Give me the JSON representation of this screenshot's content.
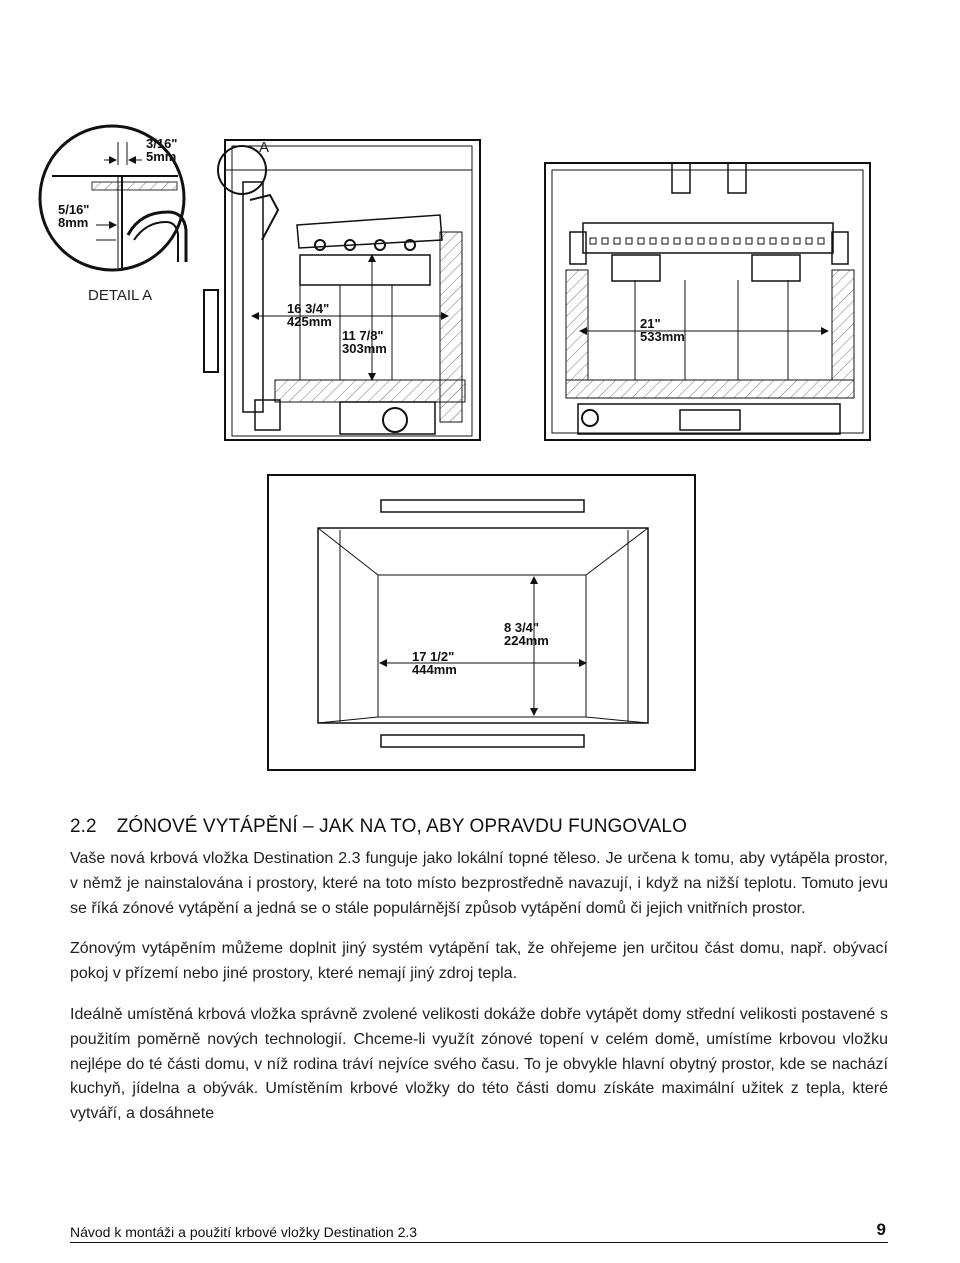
{
  "drawings": {
    "detail": {
      "dim_top": [
        "3/16\"",
        "5mm"
      ],
      "dim_left": [
        "5/16\"",
        "8mm"
      ],
      "callout": "A",
      "label": "DETAIL A"
    },
    "side_view": {
      "dim_depth": [
        "16 3/4\"",
        "425mm"
      ],
      "dim_inner": [
        "11 7/8\"",
        "303mm"
      ]
    },
    "front_view": {
      "dim_width": [
        "21\"",
        "533mm"
      ]
    },
    "face_view": {
      "dim_height": [
        "8 3/4\"",
        "224mm"
      ],
      "dim_width": [
        "17 1/2\"",
        "444mm"
      ]
    }
  },
  "section": {
    "number": "2.2",
    "title": "ZÓNOVÉ VYTÁPĚNÍ – JAK NA TO, ABY OPRAVDU FUNGOVALO",
    "paragraphs": [
      "Vaše nová krbová vložka Destination 2.3 funguje jako lokální topné těleso. Je určena k tomu, aby vytápěla prostor, v němž je nainstalována i prostory, které na toto místo bezprostředně navazují, i když na nižší teplotu. Tomuto jevu se říká zónové vytápění a jedná se o stále populárnější způsob vytápění domů či jejich vnitřních prostor.",
      "Zónovým vytápěním můžeme doplnit jiný systém vytápění tak, že ohřejeme jen určitou část domu, např. obývací pokoj v přízemí nebo jiné prostory, které nemají jiný zdroj tepla.",
      "Ideálně umístěná krbová vložka správně zvolené velikosti dokáže dobře vytápět domy střední velikosti postavené s použitím poměrně nových technologií. Chceme-li využít zónové topení v celém domě, umístíme krbovou vložku nejlépe do té části domu, v níž rodina tráví nejvíce svého času. To je obvykle hlavní obytný prostor, kde se nachází kuchyň, jídelna a obývák. Umístěním krbové vložky do této části domu získáte maximální užitek z tepla, které vytváří, a dosáhnete"
    ]
  },
  "footer": {
    "text": "Návod k montáži a použití krbové vložky Destination 2.3",
    "page": "9"
  }
}
